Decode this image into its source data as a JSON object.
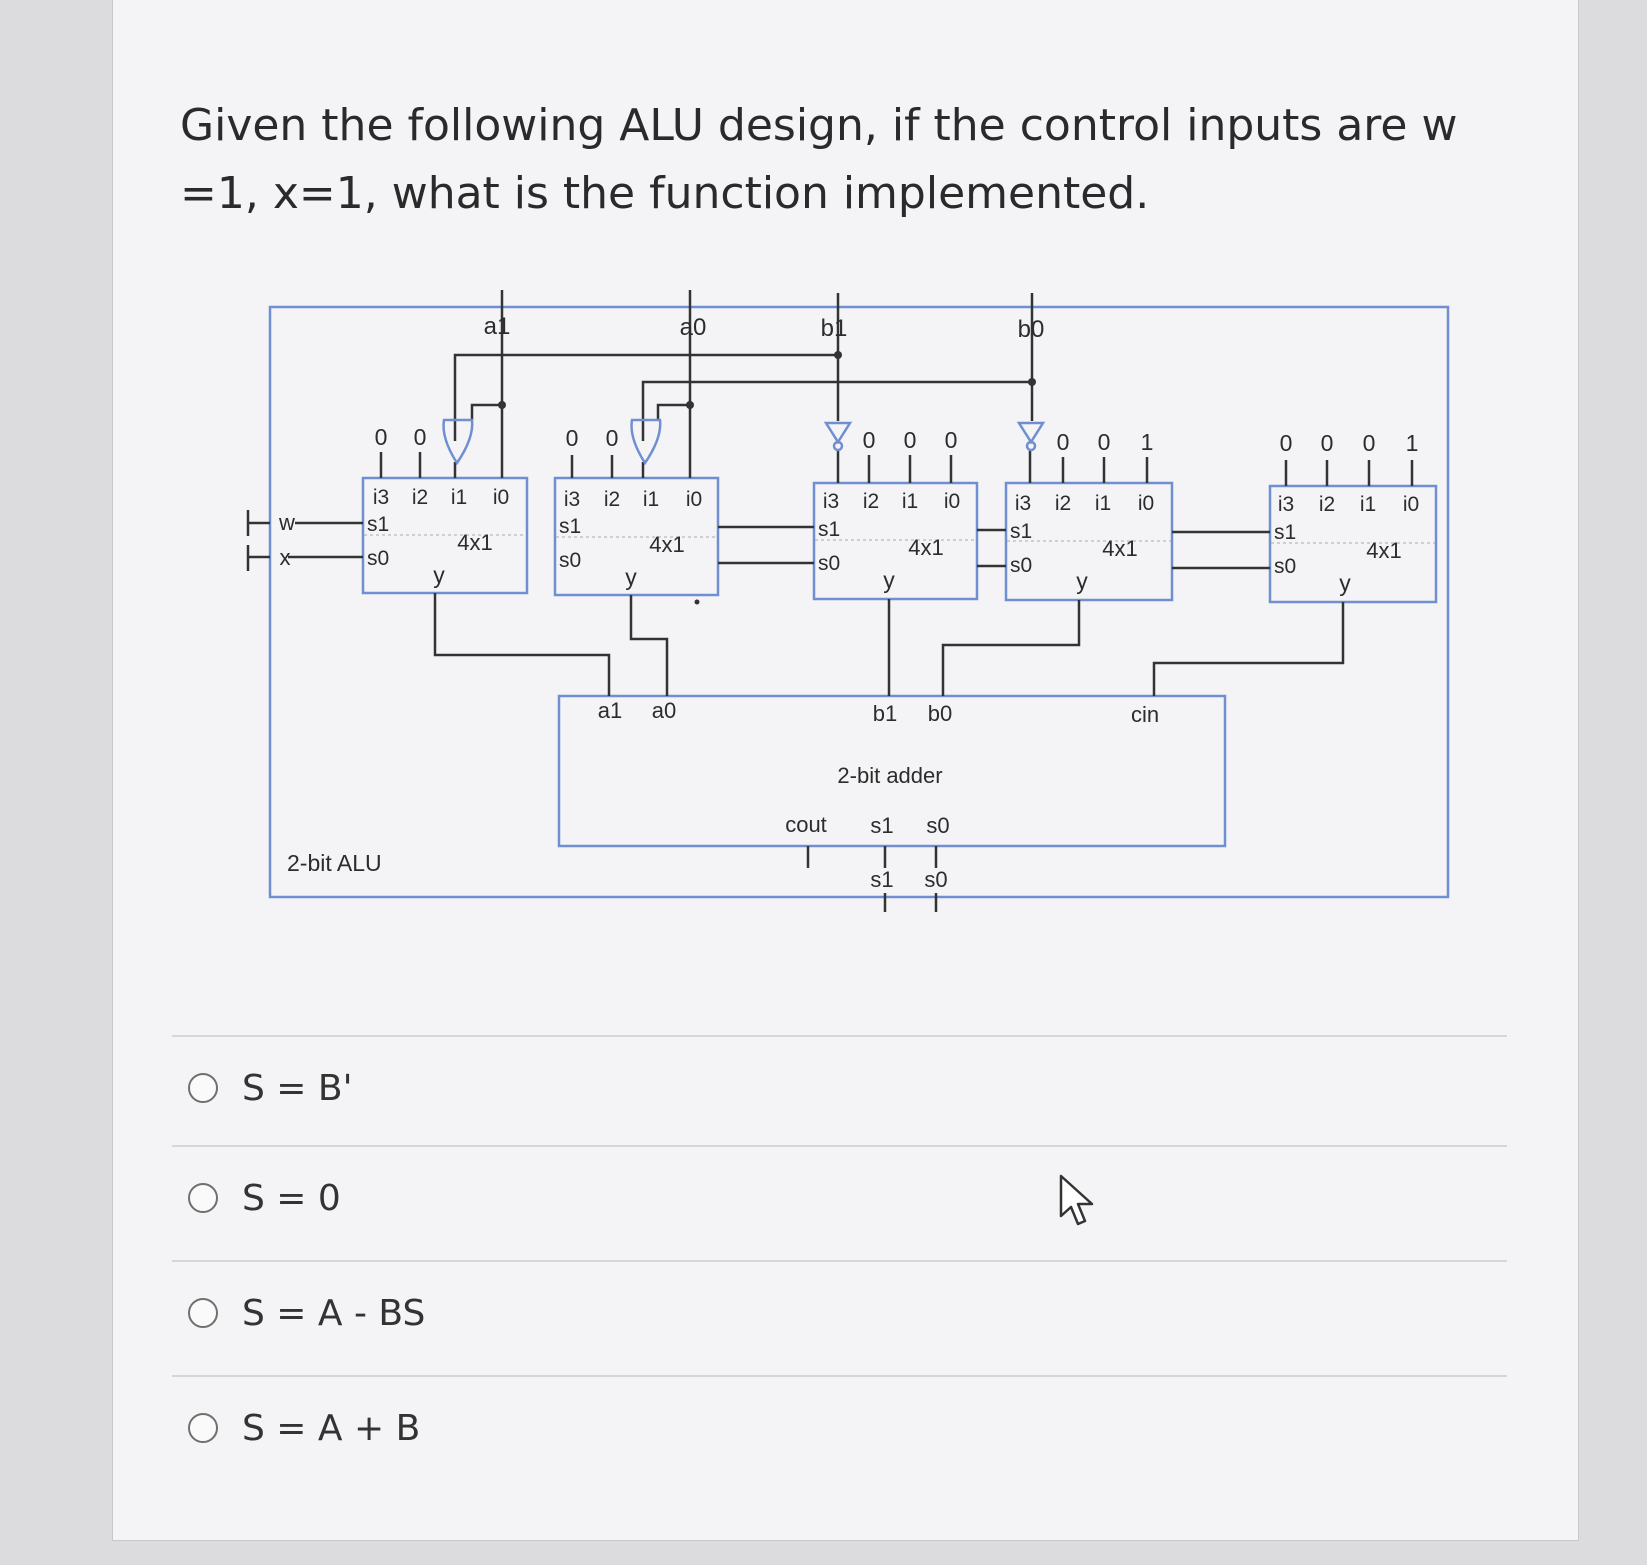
{
  "question": "Given the following ALU design, if the control inputs are w =1, x=1, what is the function implemented.",
  "diagram": {
    "alu_label": "2-bit ALU",
    "adder_label": "2-bit adder",
    "mux_label": "4x1",
    "mux_pins": {
      "i3": "i3",
      "i2": "i2",
      "i1": "i1",
      "i0": "i0",
      "s1": "s1",
      "s0": "s0",
      "y": "y"
    },
    "control_inputs": {
      "w": "w",
      "x": "x"
    },
    "top_inputs": [
      "a1",
      "a0",
      "b1",
      "b0"
    ],
    "mux_constants": [
      [
        "0",
        "0"
      ],
      [
        "0",
        "0"
      ],
      [
        "0",
        "0",
        "0"
      ],
      [
        "0",
        "0",
        "1"
      ],
      [
        "0",
        "0",
        "0",
        "1"
      ]
    ],
    "adder_inputs": {
      "a1": "a1",
      "a0": "a0",
      "b1": "b1",
      "b0": "b0",
      "cin": "cin"
    },
    "adder_outputs": {
      "cout": "cout",
      "s1": "s1",
      "s0": "s0"
    },
    "outputs": [
      "s1",
      "s0"
    ]
  },
  "options": [
    {
      "label": "S = B'"
    },
    {
      "label": "S = 0"
    },
    {
      "label": "S = A - BS"
    },
    {
      "label": "S = A + B"
    }
  ],
  "colors": {
    "box_border": "#6f8fd0",
    "wire": "#333333",
    "background": "#f4f4f6"
  }
}
